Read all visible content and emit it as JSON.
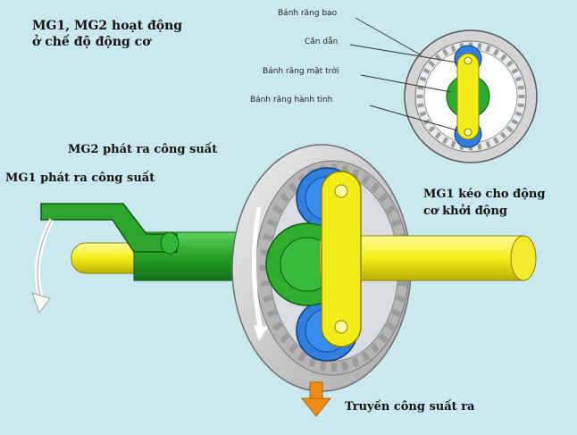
{
  "title": {
    "line1": "MG1, MG2 hoạt động",
    "line2": "ở chế độ động cơ"
  },
  "labels": {
    "mg2_output": "MG2 phát ra công suất",
    "mg1_output": "MG1 phát ra công suất",
    "mg1_start_line1": "MG1 kéo cho động",
    "mg1_start_line2": "cơ khởi động",
    "power_out": "Truyền công suất ra"
  },
  "inset": {
    "ring_gear": "Bánh răng bao",
    "carrier": "Cần dẫn",
    "sun_gear": "Bánh răng mặt trời",
    "planet_gear": "Bánh răng hành tinh"
  },
  "colors": {
    "background": "#c9e9ef",
    "ring": "#cfcfcf",
    "planet": "#2f7fe0",
    "sun": "#2eac2e",
    "carrier": "#f2ec18",
    "arrow": "#f28c18"
  },
  "icons": {
    "rotation": "curved-arrow-icon",
    "output": "down-arrow-icon"
  }
}
